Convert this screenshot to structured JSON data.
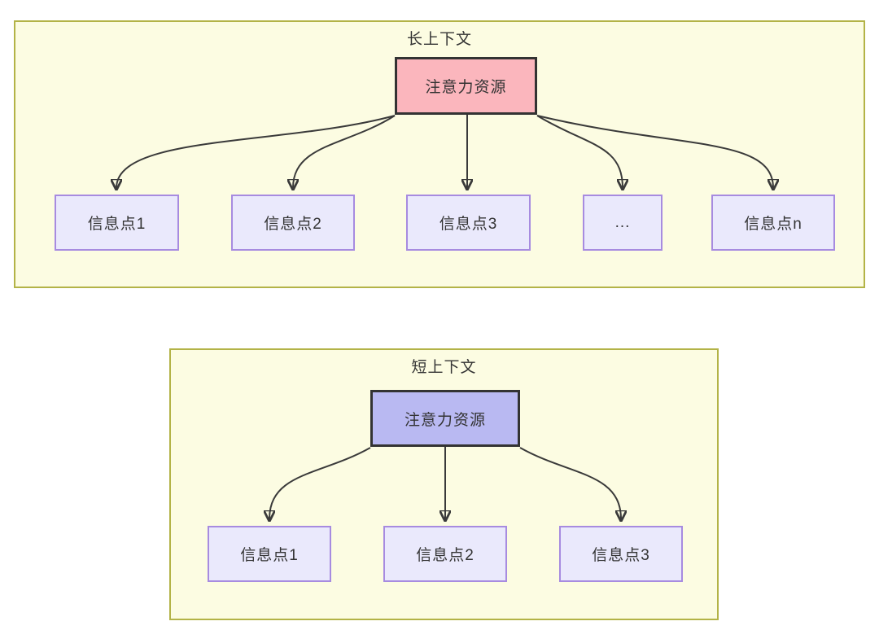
{
  "diagram": {
    "long_context": {
      "title": "长上下文",
      "attention_label": "注意力资源",
      "info_points": [
        "信息点1",
        "信息点2",
        "信息点3",
        "...",
        "信息点n"
      ]
    },
    "short_context": {
      "title": "短上下文",
      "attention_label": "注意力资源",
      "info_points": [
        "信息点1",
        "信息点2",
        "信息点3"
      ]
    },
    "colors": {
      "panel_background": "#fcfce2",
      "panel_border": "#b3b347",
      "attention_long_fill": "#fbb6bd",
      "attention_short_fill": "#b9b9f2",
      "info_node_fill": "#eae9fc",
      "info_node_border": "#a78be0",
      "node_outline": "#333333",
      "arrow_color": "#3a3a3a",
      "text_color": "#333333"
    }
  }
}
